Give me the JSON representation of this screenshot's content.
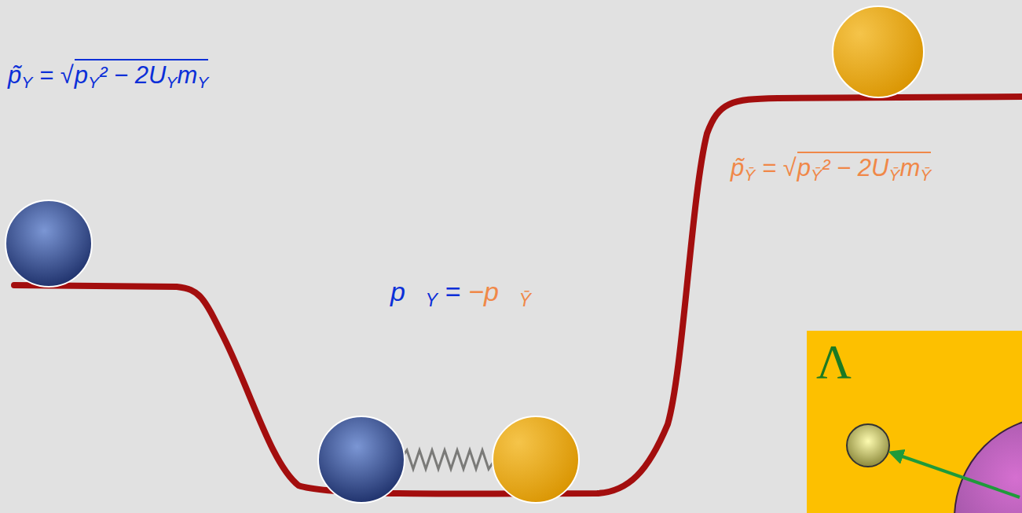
{
  "diagram": {
    "nodes": [
      {
        "text": [
          "Λ"
        ]
      }
    ],
    "labels": [
      "p̃Y = √pY² − 2UYmY",
      "p⃗Y =",
      "−p⃗Ȳ",
      "p̃Ȳ = √pȲ² − 2UȲmȲ"
    ]
  }
}
